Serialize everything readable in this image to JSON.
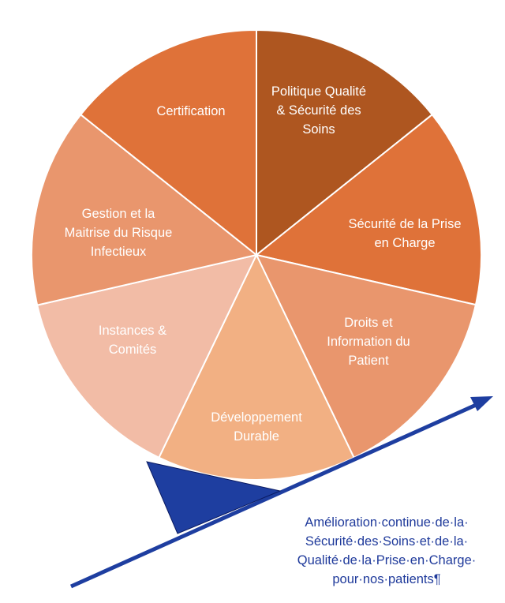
{
  "segments": [
    {
      "id": "politique",
      "lines": [
        "Politique Qualité",
        "& Sécurité des",
        "Soins"
      ],
      "color": "#ae5620",
      "text_color": "#ffffff"
    },
    {
      "id": "securite-prise",
      "lines": [
        "Sécurité de la Prise",
        "en Charge"
      ],
      "color": "#df7239",
      "text_color": "#ffffff"
    },
    {
      "id": "droits",
      "lines": [
        "Droits et",
        "Information du",
        "Patient"
      ],
      "color": "#e9966d",
      "text_color": "#ffffff"
    },
    {
      "id": "developpement",
      "lines": [
        "Développement",
        "Durable"
      ],
      "color": "#f2b083",
      "text_color": "#ffffff"
    },
    {
      "id": "instances",
      "lines": [
        "Instances &",
        "Comités"
      ],
      "color": "#f2bca6",
      "text_color": "#ffffff"
    },
    {
      "id": "gestion",
      "lines": [
        "Gestion et la",
        "Maitrise du Risque",
        "Infectieux"
      ],
      "color": "#e9966d",
      "text_color": "#ffffff"
    },
    {
      "id": "certification",
      "lines": [
        "Certification"
      ],
      "color": "#df7239",
      "text_color": "#ffffff"
    }
  ],
  "caption": {
    "lines": [
      "Amélioration·continue·de·la·",
      "Sécurité·des·Soins·et·de·la·",
      "Qualité·de·la·Prise·en·Charge·",
      "pour·nos·patients¶"
    ]
  },
  "colors": {
    "arrow": "#1e3ea0",
    "caption": "#1f3a9b",
    "divider": "#ffffff"
  }
}
